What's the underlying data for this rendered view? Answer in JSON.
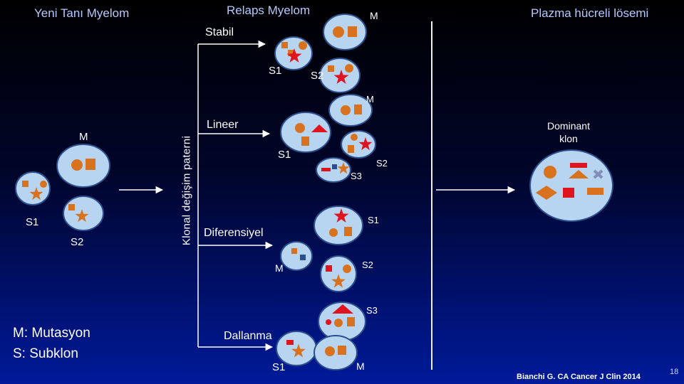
{
  "headers": {
    "newly_diagnosed": "Yeni Tanı Myelom",
    "relapsed": "Relaps Myelom",
    "plasma_leukemia": "Plazma hücreli lösemi"
  },
  "vertical_label": "Klonal değişim paterni",
  "patterns": {
    "stable": "Stabil",
    "linear": "Lineer",
    "differentiated": "Diferensiyel",
    "branching": "Dallanma"
  },
  "clone_labels": {
    "left_m": "M",
    "left_s1": "S1",
    "left_s2": "S2",
    "stable_m": "M",
    "stable_s1": "S1",
    "stable_s2": "S2",
    "linear_m": "M",
    "linear_s1": "S1",
    "linear_s2": "S2",
    "linear_s3": "S3",
    "diff_s1": "S1",
    "diff_m": "M",
    "diff_s2": "S2",
    "branch_s3": "S3",
    "branch_s1": "S1",
    "branch_m": "M"
  },
  "dominant_clone": "Dominant\nklon",
  "legend": {
    "line1": "M: Mutasyon",
    "line2": "S: Subklon"
  },
  "citation": "Bianchi  G. CA Cancer J Clin 2014",
  "page_number": "18",
  "colors": {
    "cell_fill": "#b7d4f0",
    "cell_stroke": "#2b4f8c",
    "orange": "#d9721e",
    "red": "#e0141e",
    "divider": "#f0f0f0"
  },
  "icons": [
    "circle",
    "square",
    "star",
    "triangle",
    "rectangle",
    "diamond",
    "cross"
  ]
}
